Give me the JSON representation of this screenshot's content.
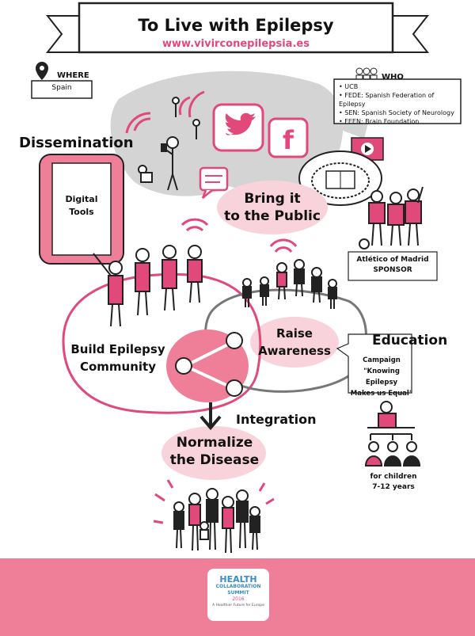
{
  "header": {
    "title": "To Live with Epilepsy",
    "url": "www.vivirconepilepsia.es"
  },
  "where": {
    "label": "WHERE",
    "value": "Spain"
  },
  "who": {
    "label": "WHO",
    "items": [
      "UCB",
      "FEDE: Spanish Federation of Epilepsy",
      "SEN: Spanish Society of Neurology",
      "FEEN: Brain Foundation"
    ]
  },
  "dissemination": {
    "heading": "Dissemination",
    "tablet_line1": "Digital",
    "tablet_line2": "Tools"
  },
  "public": {
    "line1": "Bring it",
    "line2": "to the Public"
  },
  "sponsor": {
    "line1": "Atlético of Madrid",
    "line2": "SPONSOR"
  },
  "community": {
    "line1": "Build Epilepsy",
    "line2": "Community"
  },
  "awareness": {
    "line1": "Raise",
    "line2": "Awareness"
  },
  "education": {
    "heading": "Education",
    "campaign": "Campaign",
    "quote_line1": "\"Knowing Epilepsy",
    "quote_line2": "Makes us Equal\"",
    "children_line1": "for children",
    "children_line2": "7-12 years"
  },
  "integration": {
    "heading": "Integration",
    "line1": "Normalize",
    "line2": "the Disease"
  },
  "footer": {
    "logo_line1": "HEALTH",
    "logo_line2": "COLLABORATION",
    "logo_line3": "SUMMIT",
    "logo_year": "2016",
    "logo_tagline": "A Healthier Future for Europe"
  },
  "colors": {
    "pink": "#ef7f98",
    "pink_light": "#f9d3dc",
    "red": "#e0497a",
    "gray": "#cfcfcf"
  }
}
